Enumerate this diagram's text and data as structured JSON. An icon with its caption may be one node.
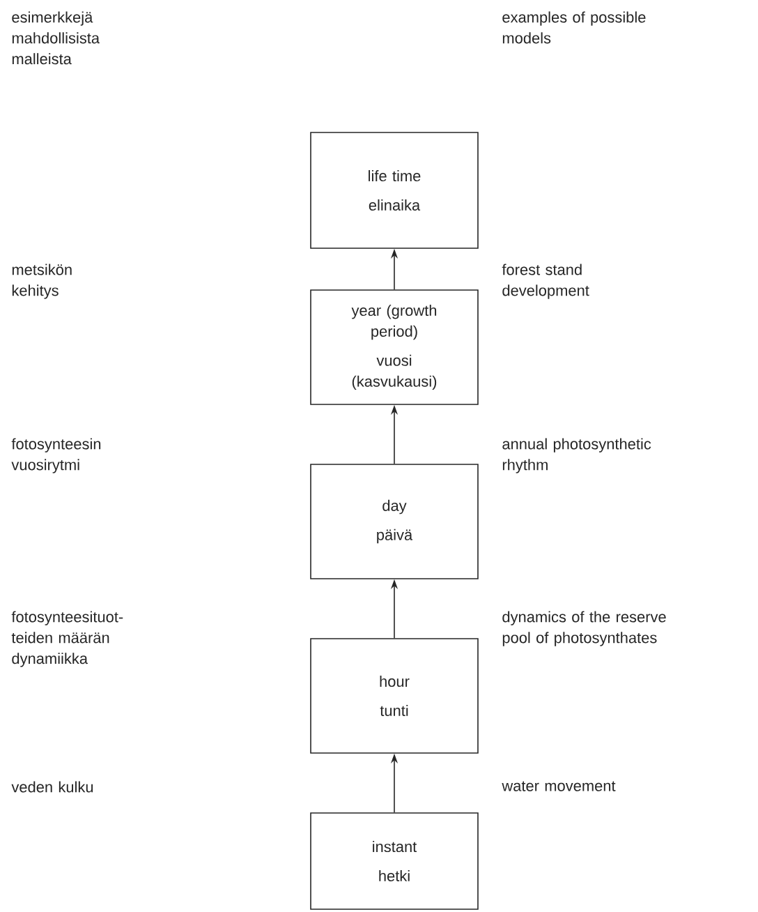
{
  "diagram": {
    "nodes": [
      {
        "text": [
          "life time",
          "elinaika"
        ]
      },
      {
        "text": [
          "year (growth period)",
          "vuosi (kasvukausi)"
        ]
      },
      {
        "text": [
          "day",
          "päivä"
        ]
      },
      {
        "text": [
          "hour",
          "tunti"
        ]
      },
      {
        "text": [
          "instant",
          "hetki"
        ]
      }
    ],
    "edges": [
      {
        "from": 4,
        "to": 3,
        "arrow": "to"
      },
      {
        "from": 3,
        "to": 2,
        "arrow": "to"
      },
      {
        "from": 2,
        "to": 1,
        "arrow": "to"
      },
      {
        "from": 1,
        "to": 0,
        "arrow": "to"
      }
    ],
    "labels": [
      "esimerkkejä mahdollisista malleista",
      "examples of possible models",
      "metsikön kehitys",
      "forest stand development",
      "fotosynteesin vuosirytmi",
      "annual photosynthetic rhythm",
      "fotosynteesituot- teiden määrän dynamiikka",
      "dynamics of the reserve pool of photosynthates",
      "veden kulku",
      "water movement"
    ]
  }
}
